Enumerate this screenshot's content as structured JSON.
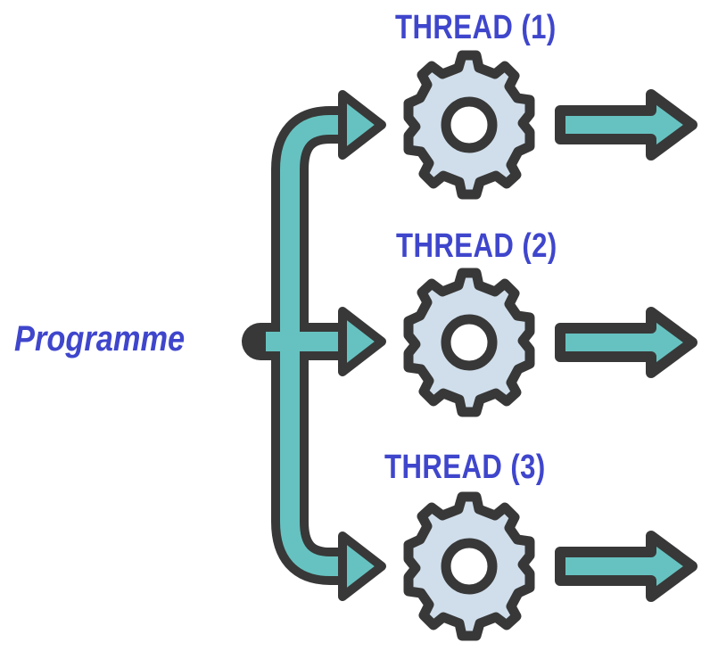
{
  "source_label": "Programme",
  "threads": [
    {
      "label": "THREAD (1)"
    },
    {
      "label": "THREAD (2)"
    },
    {
      "label": "THREAD (3)"
    }
  ],
  "colors": {
    "label_text": "#3f46cc",
    "arrow_fill": "#66c2c0",
    "outline": "#383838",
    "gear_fill": "#d0deeb",
    "hub_fill": "#ffffff"
  },
  "icons": [
    "gear-icon",
    "arrow-right-icon",
    "branch-bracket-icon"
  ]
}
